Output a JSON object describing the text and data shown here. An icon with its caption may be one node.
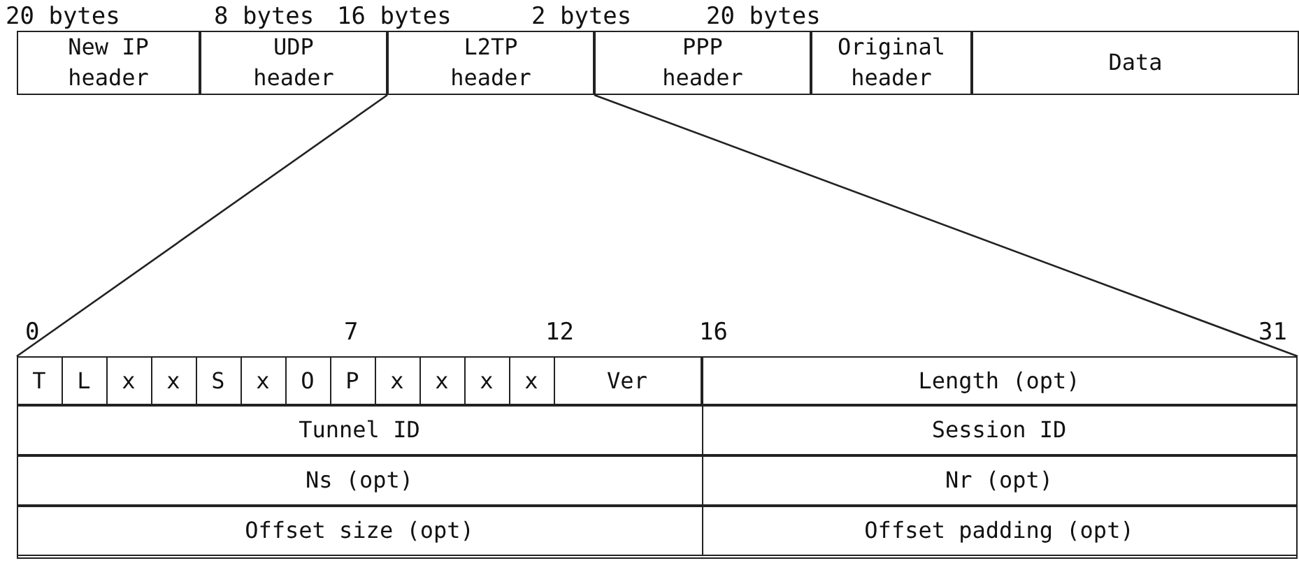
{
  "diagram": {
    "nodes": [
      {
        "text": [
          "New IP header"
        ]
      },
      {
        "text": [
          "UDP header"
        ]
      },
      {
        "text": [
          "L2TP header"
        ]
      },
      {
        "text": [
          "PPP header"
        ]
      },
      {
        "text": [
          "Original header"
        ]
      },
      {
        "text": [
          "Data"
        ]
      },
      {
        "text": [],
        "shape": "box"
      }
    ],
    "edges": [
      {
        "from": 2,
        "to": 6,
        "arrow": "none"
      },
      {
        "from": 2,
        "to": 6,
        "arrow": "none"
      }
    ],
    "labels": [
      "20 bytes",
      "8 bytes",
      "16 bytes",
      "2 bytes",
      "20 bytes",
      "0",
      "7",
      "12",
      "16",
      "31",
      "T",
      "L",
      "x",
      "x",
      "S",
      "x",
      "O",
      "P",
      "x",
      "x",
      "x",
      "x",
      "Ver",
      "Length (opt)",
      "Tunnel ID",
      "Session ID",
      "Ns (opt)",
      "Nr (opt)",
      "Offset size (opt)",
      "Offset padding (opt)"
    ]
  }
}
